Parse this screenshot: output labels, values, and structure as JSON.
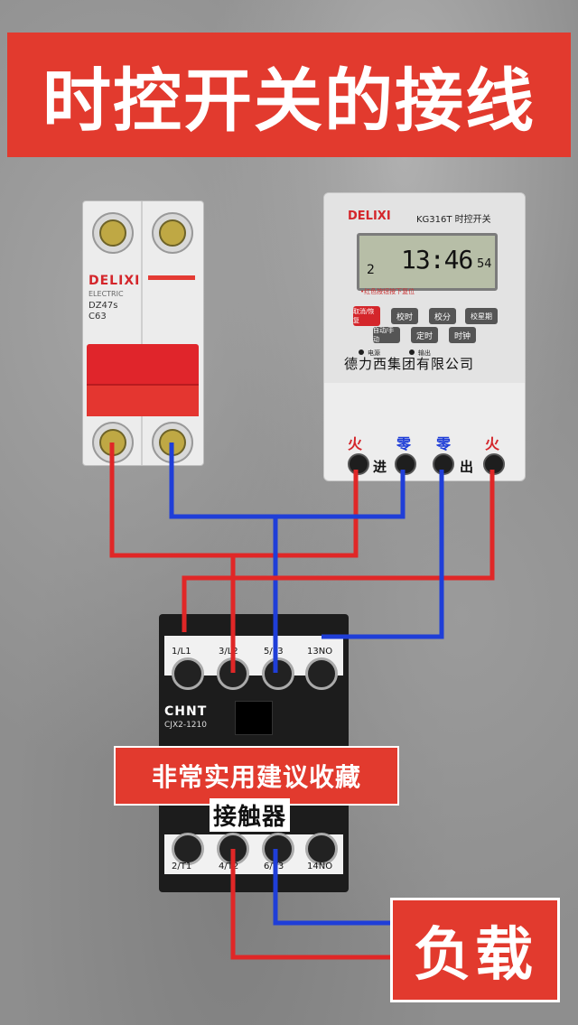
{
  "title": "时控开关的接线",
  "breaker": {
    "brand": "DELIXI",
    "brand_sub": "ELECTRIC",
    "model": "DZ47s",
    "rating": "C63"
  },
  "timer": {
    "brand": "DELIXI",
    "model": "KG316T 时控开关",
    "display_time": "13:46",
    "display_seconds": "54",
    "display_day": "2",
    "hint": "•红色按钮按下复位",
    "buttons": [
      "取消/恢复",
      "校时",
      "校分",
      "校星期",
      "自动/手动",
      "定时",
      "时钟"
    ],
    "led_power": "电源",
    "led_output": "输出",
    "company": "德力西集团有限公司",
    "terminal_labels": [
      "火",
      "零",
      "零",
      "火"
    ],
    "in_label": "进",
    "out_label": "出"
  },
  "contactor": {
    "brand": "CHNT",
    "model": "CJX2-1210",
    "top_terminals": [
      "1/L1",
      "3/L2",
      "5/L3",
      "13NO"
    ],
    "bottom_terminals": [
      "2/T1",
      "4/T2",
      "6/T3",
      "14NO"
    ],
    "name": "接触器"
  },
  "promo": "非常实用建议收藏",
  "load": "负载",
  "colors": {
    "live": "#e02727",
    "neutral": "#1f3ed8",
    "banner": "#e23a2e"
  }
}
